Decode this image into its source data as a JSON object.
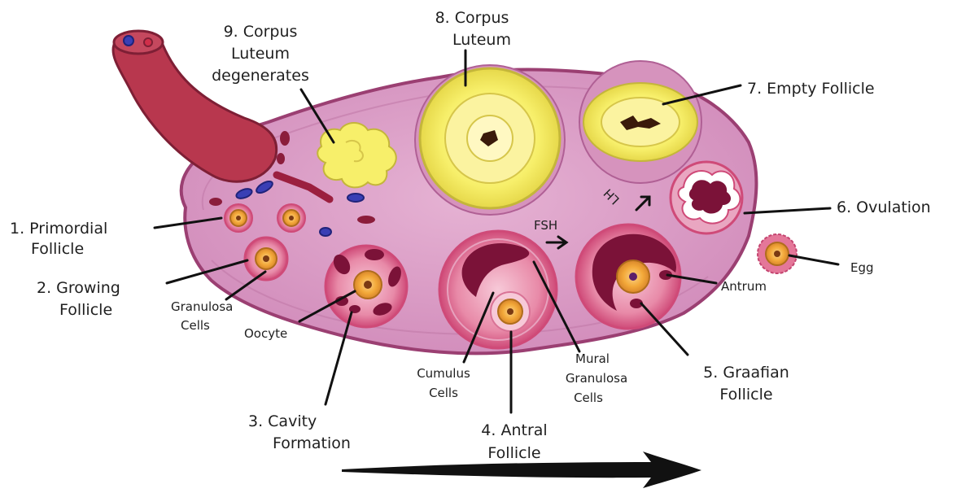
{
  "labels": {
    "primordial": [
      "1. Primordial",
      "Follicle"
    ],
    "growing": [
      "2. Growing",
      "Follicle"
    ],
    "granulosa": [
      "Granulosa",
      "Cells"
    ],
    "oocyte": "Oocyte",
    "cavity": [
      "3. Cavity",
      "Formation"
    ],
    "cumulus": [
      "Cumulus",
      "Cells"
    ],
    "antral": [
      "4. Antral",
      "Follicle"
    ],
    "mural": [
      "Mural",
      "Granulosa",
      "Cells"
    ],
    "graafian": [
      "5. Graafian",
      "Follicle"
    ],
    "antrum": "Antrum",
    "egg": "Egg",
    "ovulation": "6. Ovulation",
    "empty": "7. Empty Follicle",
    "corpus8": [
      "8. Corpus",
      "Luteum"
    ],
    "corpus9": [
      "9. Corpus",
      "Luteum",
      "degenerates"
    ],
    "fsh": "FSH",
    "lh": "LH"
  },
  "colors": {
    "ovary_fill": "#dca0c8",
    "ovary_edge": "#9b3f72",
    "follicle_ring": "#cf4a78",
    "oocyte": "#f3a93a",
    "antrum": "#7b1238",
    "corpus_luteum": "#f7ef6a",
    "tube": "#b8374e"
  }
}
